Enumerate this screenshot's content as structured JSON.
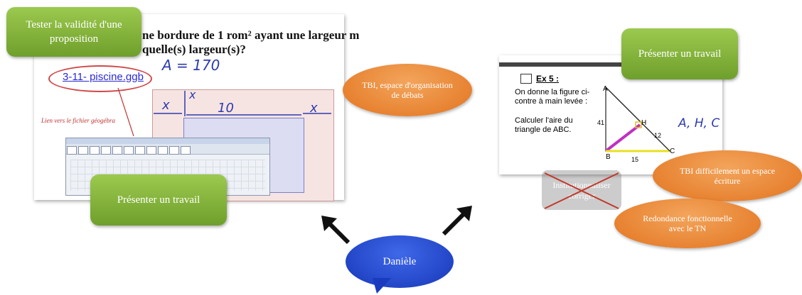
{
  "left_screenshot": {
    "question_line1": "ne bordure de 1 rom² ayant une largeur m",
    "question_line2": "quelle(s) largeur(s)?",
    "hand_area": "A = 170",
    "link_file": "3-11- piscine.ggb",
    "link_note": "Lien vers le fichier géogébra",
    "dim_x": "x",
    "dim_10": "10"
  },
  "right_screenshot": {
    "exercise_title": "Ex 5 :",
    "text1": "On donne la figure ci-contre à main levée :",
    "text2": "Calculer l'aire du triangle de ABC.",
    "label_a": "A",
    "label_b": "B",
    "label_c": "C",
    "label_h": "H",
    "side_41": "41",
    "side_12": "12",
    "side_15": "15",
    "hand_note": "A, H, C"
  },
  "bubbles": {
    "green_top_left": "Tester la validité d'une proposition",
    "green_bottom_left": "Présenter un travail",
    "green_top_right": "Présenter un travail",
    "orange_center": "TBI, espace d'organisation de débats",
    "orange_right_top": "TBI difficilement un espace écriture",
    "orange_right_bottom": "Redondance fonctionnelle avec le TN",
    "crossed_text": "Institutionnaliser corriger",
    "blue_center": "Danièle"
  },
  "colors": {
    "green": "#7fb03a",
    "orange": "#e8822e",
    "blue": "#1f42c8",
    "cross_red": "#c0392b"
  }
}
